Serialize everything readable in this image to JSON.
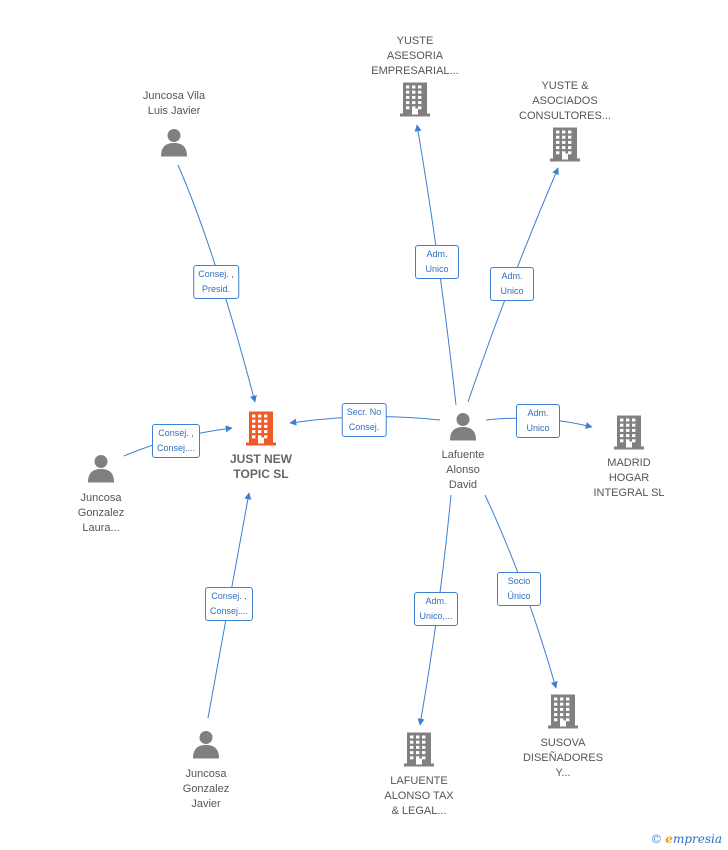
{
  "diagram": {
    "nodes": [
      {
        "id": "just_new",
        "type": "company",
        "main": true,
        "label": "JUST NEW\nTOPIC  SL",
        "color": "#f15a24"
      },
      {
        "id": "lafuente",
        "type": "person",
        "label": "Lafuente\nAlonso\nDavid"
      },
      {
        "id": "juncosa_vila",
        "type": "person",
        "label": "Juncosa Vila\nLuis Javier"
      },
      {
        "id": "juncosa_laura",
        "type": "person",
        "label": "Juncosa\nGonzalez\nLaura..."
      },
      {
        "id": "juncosa_javier",
        "type": "person",
        "label": "Juncosa\nGonzalez\nJavier"
      },
      {
        "id": "yuste_asesoria",
        "type": "company",
        "label": "YUSTE\nASESORIA\nEMPRESARIAL..."
      },
      {
        "id": "yuste_asociados",
        "type": "company",
        "label": "YUSTE &\nASOCIADOS\nCONSULTORES..."
      },
      {
        "id": "madrid_hogar",
        "type": "company",
        "label": "MADRID\nHOGAR\nINTEGRAL  SL"
      },
      {
        "id": "susova",
        "type": "company",
        "label": "SUSOVA\nDISEÑADORES\nY..."
      },
      {
        "id": "lafuente_tax",
        "type": "company",
        "label": "LAFUENTE\nALONSO TAX\n& LEGAL..."
      }
    ],
    "edges": [
      {
        "from": "juncosa_vila",
        "to": "just_new",
        "label": "Consej. ,\nPresid."
      },
      {
        "from": "juncosa_laura",
        "to": "just_new",
        "label": "Consej. ,\nConsej...."
      },
      {
        "from": "juncosa_javier",
        "to": "just_new",
        "label": "Consej. ,\nConsej...."
      },
      {
        "from": "lafuente",
        "to": "just_new",
        "label": "Secr.  No\nConsej."
      },
      {
        "from": "lafuente",
        "to": "yuste_asesoria",
        "label": "Adm.\nUnico"
      },
      {
        "from": "lafuente",
        "to": "yuste_asociados",
        "label": "Adm.\nUnico"
      },
      {
        "from": "lafuente",
        "to": "madrid_hogar",
        "label": "Adm.\nUnico"
      },
      {
        "from": "lafuente",
        "to": "susova",
        "label": "Socio\nÚnico"
      },
      {
        "from": "lafuente",
        "to": "lafuente_tax",
        "label": "Adm.\nUnico,..."
      }
    ],
    "colors": {
      "edge": "#3d7fd1",
      "person": "#808080",
      "company": "#808080",
      "main_company": "#f15a24"
    }
  },
  "footer": {
    "copyright": "©",
    "brand_first": "e",
    "brand_rest": "mpresia"
  }
}
